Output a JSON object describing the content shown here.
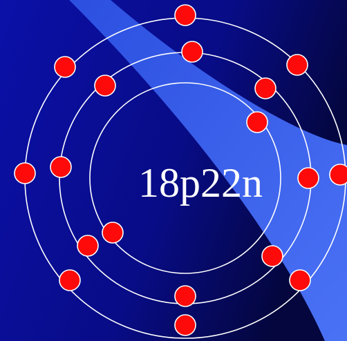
{
  "diagram": {
    "nucleus_label": "18p22n",
    "shells": [
      {
        "name": "shell-1",
        "electron_count": 2
      },
      {
        "name": "shell-2",
        "electron_count": 8
      },
      {
        "name": "shell-3",
        "electron_count": 8
      }
    ],
    "colors": {
      "background_dark": "#04063d",
      "background_blue": "#0b10a8",
      "swoosh_light": "#3a63f0",
      "orbit": "#ffffff",
      "electron": "#ff0a0a"
    }
  }
}
